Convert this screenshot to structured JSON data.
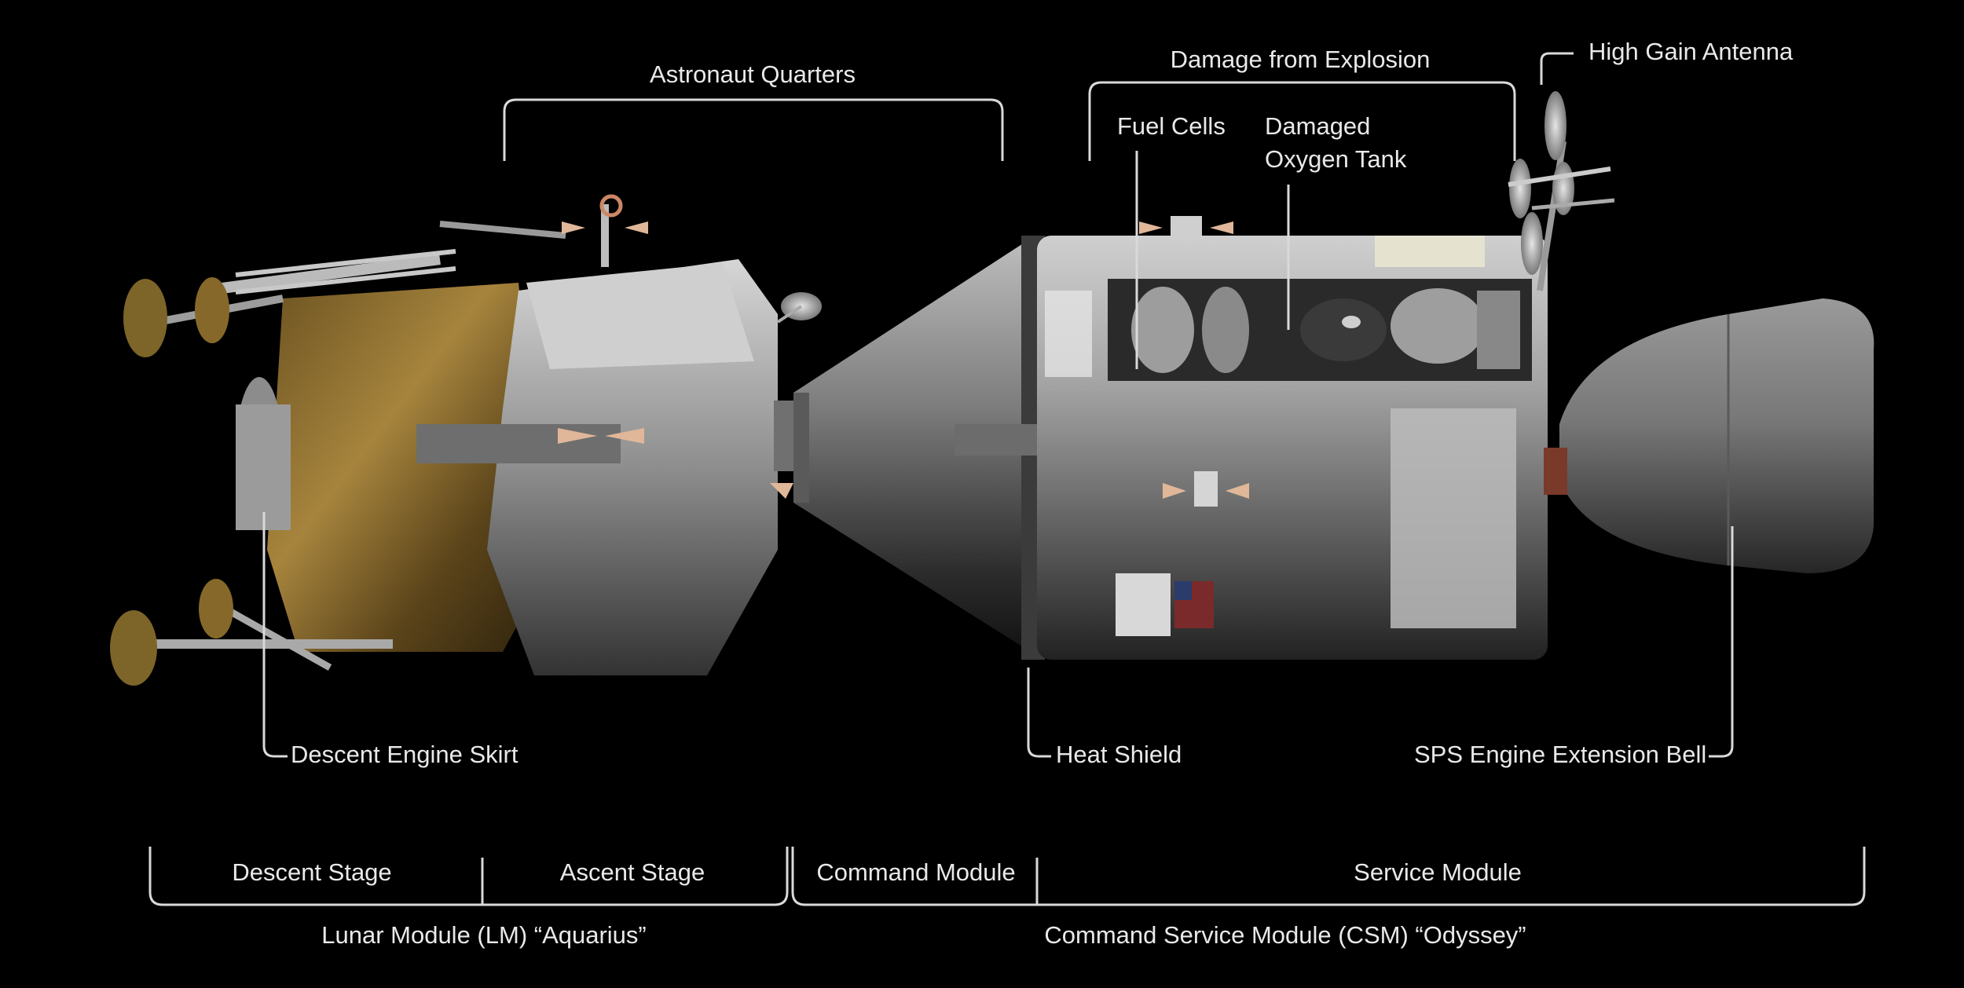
{
  "callouts": {
    "astronaut_quarters": "Astronaut Quarters",
    "damage_from_explosion": "Damage from Explosion",
    "high_gain_antenna": "High Gain Antenna",
    "fuel_cells": "Fuel Cells",
    "damaged_oxygen_tank_line1": "Damaged",
    "damaged_oxygen_tank_line2": "Oxygen Tank",
    "descent_engine_skirt": "Descent Engine Skirt",
    "heat_shield": "Heat Shield",
    "sps_engine_extension_bell": "SPS Engine Extension Bell"
  },
  "sections": {
    "descent_stage": "Descent Stage",
    "ascent_stage": "Ascent Stage",
    "command_module": "Command Module",
    "service_module": "Service Module",
    "lunar_module": "Lunar Module (LM) “Aquarius”",
    "csm": "Command Service Module (CSM) “Odyssey”"
  },
  "colors": {
    "background": "#000000",
    "label_text": "#e9e9e9",
    "bracket_line": "#d9d9d9",
    "foil_gold": "#8a6a2c",
    "hull_silver": "#b9b9b9"
  }
}
